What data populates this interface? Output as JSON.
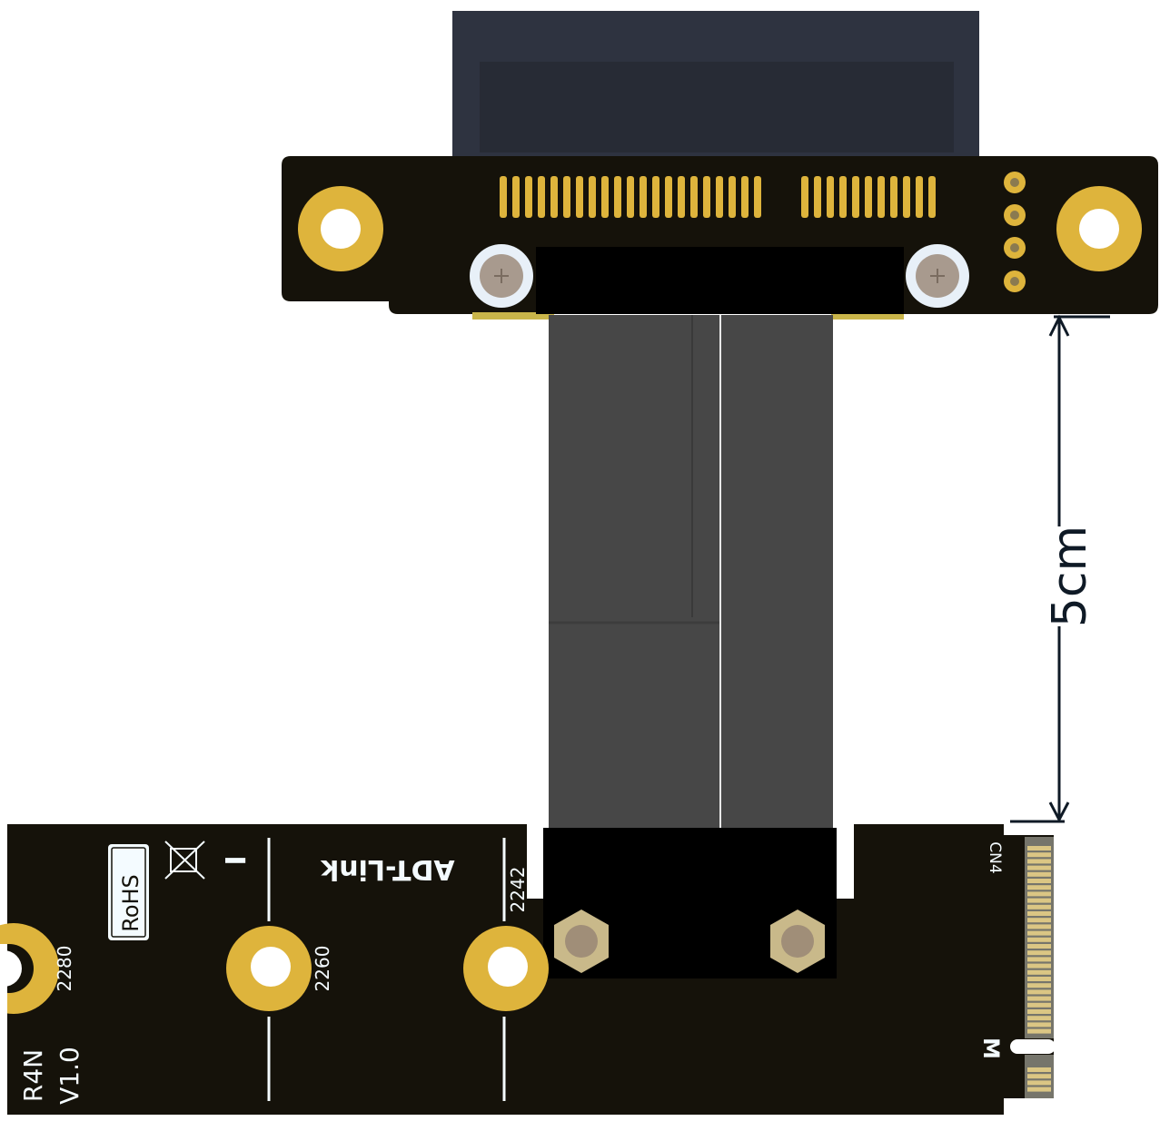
{
  "board": {
    "brand": "ADT-Link",
    "connector_label": "CN4",
    "key_label": "M",
    "model": "R4N",
    "version": "V1.0",
    "rohs": "RoHS",
    "mark_i": "I",
    "sizes": [
      "2242",
      "2260",
      "2280"
    ]
  },
  "dimension": {
    "label": "5cm"
  },
  "colors": {
    "pcb": "#15120a",
    "gold": "#deb43c",
    "cable": "#474747",
    "connector": "#2e3340"
  }
}
